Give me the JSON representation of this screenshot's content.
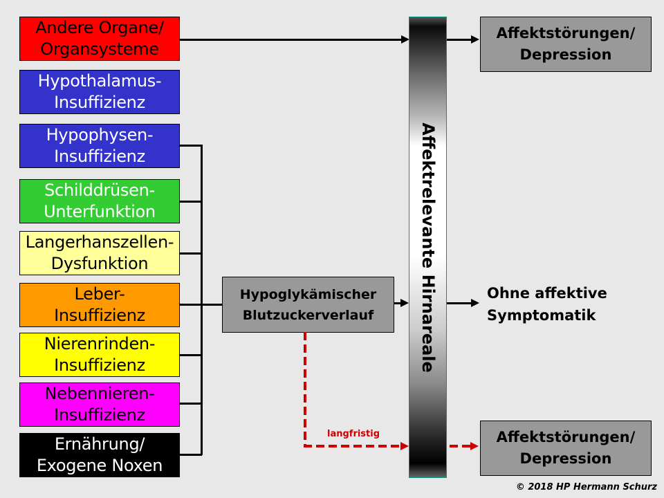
{
  "causes": [
    {
      "label": "Andere Organe/\nOrgansysteme",
      "bg": "#ff0000",
      "fg": "#000000"
    },
    {
      "label": "Hypothalamus-\nInsuffizienz",
      "bg": "#3333cc",
      "fg": "#ffffff"
    },
    {
      "label": "Hypophysen-\nInsuffizienz",
      "bg": "#3333cc",
      "fg": "#ffffff"
    },
    {
      "label": "Schilddrüsen-\nUnterfunktion",
      "bg": "#33cc33",
      "fg": "#ffffff"
    },
    {
      "label": "Langerhanszellen-\nDysfunktion",
      "bg": "#ffff99",
      "fg": "#000000"
    },
    {
      "label": "Leber-\nInsuffizienz",
      "bg": "#ff9900",
      "fg": "#000000"
    },
    {
      "label": "Nierenrinden-\nInsuffizienz",
      "bg": "#ffff00",
      "fg": "#000000"
    },
    {
      "label": "Nebennieren-\nInsuffizienz",
      "bg": "#ff00ff",
      "fg": "#000000"
    },
    {
      "label": "Ernährung/\nExogene Noxen",
      "bg": "#000000",
      "fg": "#ffffff"
    }
  ],
  "center": {
    "label": "Hypoglykämischer\nBlutzuckerverlauf"
  },
  "brain": {
    "label": "Affektrelevante Hirnareale"
  },
  "outcomes": {
    "top": "Affektstörungen/\nDepression",
    "middle": "Ohne affektive\nSymptomatik",
    "bottom": "Affektstörungen/\nDepression"
  },
  "long_term_label": "langfristig",
  "copyright": "© 2018 HP Hermann Schurz"
}
